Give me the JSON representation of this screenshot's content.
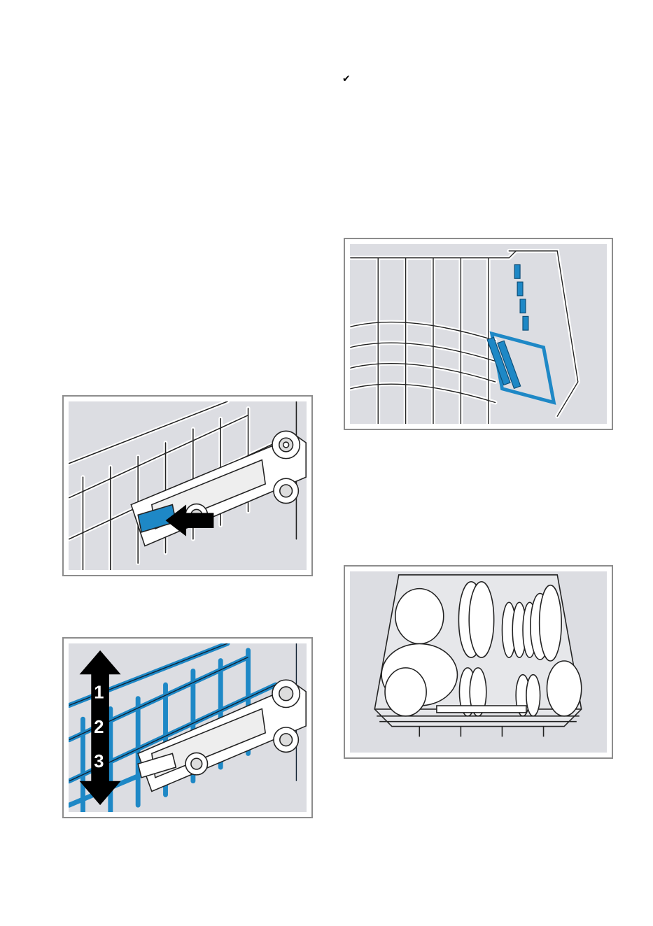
{
  "page": {
    "check_glyph": "✔",
    "icons": [
      "checkmark-icon"
    ]
  },
  "figures": {
    "release_lever": {
      "colors": {
        "highlight": "#1e88c6",
        "panel": "#dcdde2",
        "arrow": "#000000"
      }
    },
    "height_adjust": {
      "levels": [
        "1",
        "2",
        "3"
      ],
      "colors": {
        "highlight": "#1e88c6",
        "arrow": "#000000"
      }
    },
    "fold_tines": {
      "colors": {
        "highlight": "#1e88c6"
      }
    },
    "loaded_rack": {
      "colors": {
        "panel": "#dcdde2"
      }
    }
  }
}
